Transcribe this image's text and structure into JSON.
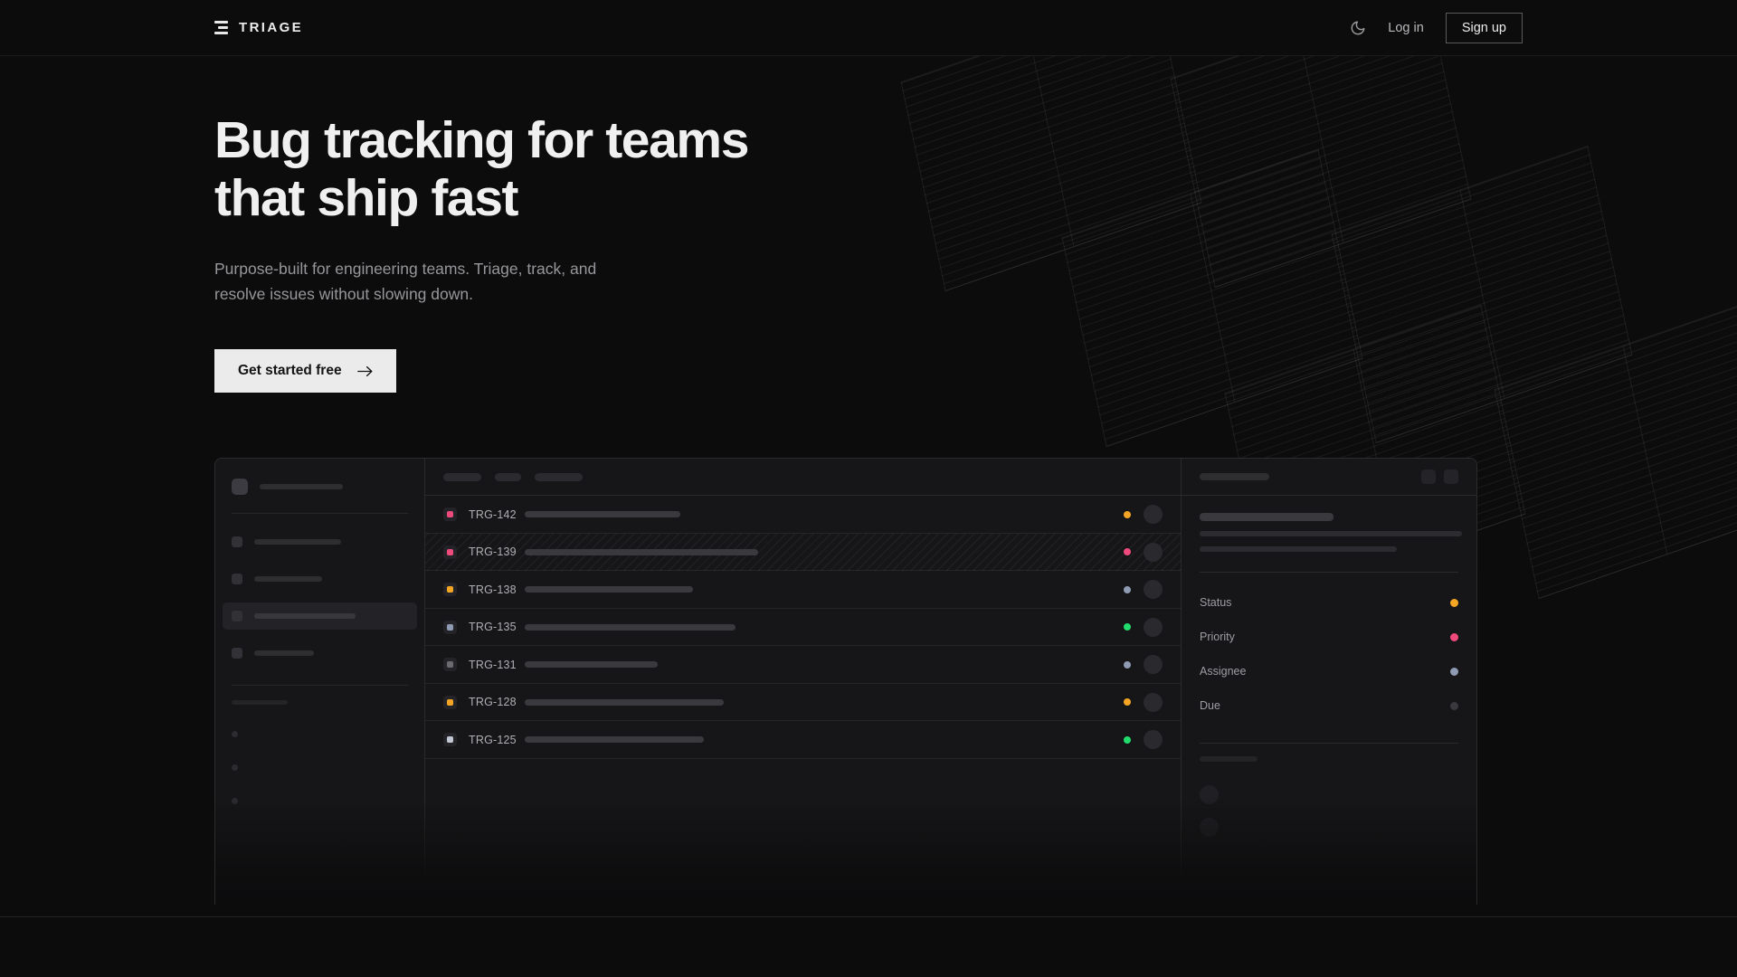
{
  "theme": {
    "background": "#0c0c0d",
    "surface": "#161618",
    "border": "rgba(255,255,255,0.085)",
    "text_primary": "#f0f0f0",
    "text_muted": "#97979b",
    "accent_orange": "#f5a524",
    "accent_pink": "#ee4b7c",
    "accent_green": "#22dd6e",
    "accent_slate": "#8e9bb3",
    "cta_background": "#ebebeb"
  },
  "header": {
    "brand": "TRIAGE",
    "logo_icon": "stacked-bars-icon",
    "theme_toggle_icon": "moon-icon",
    "login_label": "Log in",
    "signup_label": "Sign up"
  },
  "hero": {
    "title": "Bug tracking for teams\nthat ship fast",
    "subtitle": "Purpose-built for engineering teams. Triage, track, and\nresolve issues without slowing down.",
    "cta_label": "Get started free",
    "cta_icon": "arrow-right-icon"
  },
  "mock": {
    "sidebar": {
      "workspace_icon": "workspace-avatar",
      "nav_items": [
        {
          "icon": "nav-icon",
          "width": 96,
          "active": false
        },
        {
          "icon": "nav-icon",
          "width": 75,
          "active": false
        },
        {
          "icon": "nav-icon",
          "width": 112,
          "active": true
        },
        {
          "icon": "nav-icon",
          "width": 66,
          "active": false
        }
      ],
      "section_label_width": 62,
      "mini_items": [
        {
          "icon": "bullet-icon"
        },
        {
          "icon": "bullet-icon"
        },
        {
          "icon": "bullet-icon"
        }
      ]
    },
    "list": {
      "toolbar_pills": [
        42,
        29,
        53
      ],
      "rows": [
        {
          "id": "TRG-142",
          "priority_color": "#ee4b7c",
          "status_color": "#f5a524",
          "title_width": 172,
          "selected": false
        },
        {
          "id": "TRG-139",
          "priority_color": "#ee4b7c",
          "status_color": "#ee4b7c",
          "title_width": 258,
          "selected": true
        },
        {
          "id": "TRG-138",
          "priority_color": "#f5a524",
          "status_color": "#8e9bb3",
          "title_width": 186,
          "selected": false
        },
        {
          "id": "TRG-135",
          "priority_color": "#8e9bb3",
          "status_color": "#22dd6e",
          "title_width": 233,
          "selected": false
        },
        {
          "id": "TRG-131",
          "priority_color": "#6b6b72",
          "status_color": "#8e9bb3",
          "title_width": 147,
          "selected": false
        },
        {
          "id": "TRG-128",
          "priority_color": "#f5a524",
          "status_color": "#f5a524",
          "title_width": 220,
          "selected": false
        },
        {
          "id": "TRG-125",
          "priority_color": "#c3c9d4",
          "status_color": "#22dd6e",
          "title_width": 198,
          "selected": false
        }
      ]
    },
    "detail": {
      "header_buttons": [
        "panel-toggle-button",
        "more-actions-button"
      ],
      "title_placeholder_width": 148,
      "body_line_widths": [
        290,
        218
      ],
      "meta": [
        {
          "label": "Status",
          "color": "#f5a524"
        },
        {
          "label": "Priority",
          "color": "#ee4b7c"
        },
        {
          "label": "Assignee",
          "color": "#8e9bb3"
        },
        {
          "label": "Due",
          "color": "#3a3a3e"
        }
      ],
      "comments": [
        {
          "icon": "comment-avatar"
        },
        {
          "icon": "comment-avatar"
        }
      ]
    }
  }
}
